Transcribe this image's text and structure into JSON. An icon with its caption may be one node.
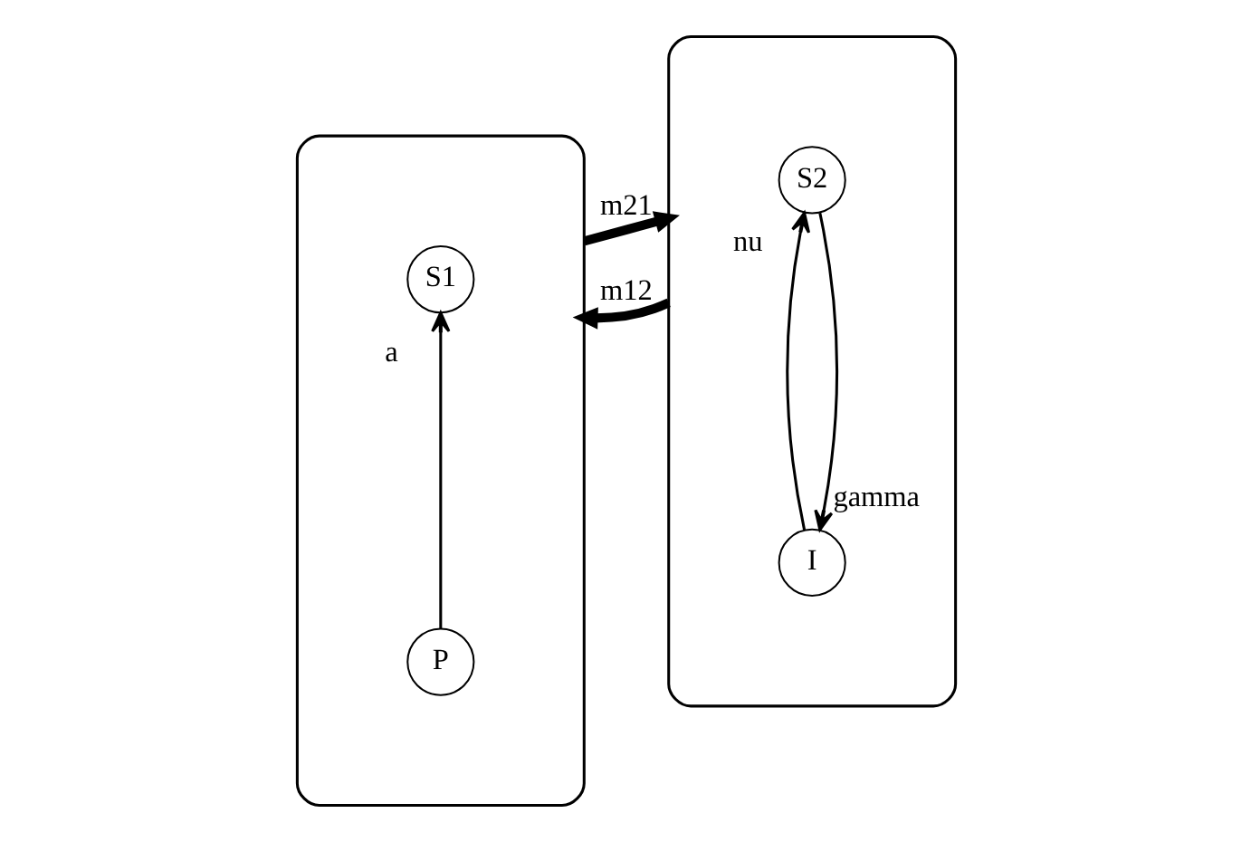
{
  "diagram": {
    "nodes": [
      {
        "text": [],
        "shape": "box"
      },
      {
        "text": [
          "S1"
        ],
        "in": 0
      },
      {
        "text": [
          "P"
        ],
        "in": 0
      },
      {
        "text": [],
        "shape": "box"
      },
      {
        "text": [
          "S2"
        ],
        "in": 3
      },
      {
        "text": [
          "I"
        ],
        "in": 3
      }
    ],
    "edges": [
      {
        "from": 2,
        "to": 1,
        "arrow": "to",
        "label": "a"
      },
      {
        "from": 0,
        "to": 3,
        "arrow": "to",
        "label": "m21",
        "style": "thick"
      },
      {
        "from": 3,
        "to": 0,
        "arrow": "to",
        "label": "m12",
        "style": "thick"
      },
      {
        "from": 4,
        "to": 5,
        "arrow": "to",
        "label": "gamma"
      },
      {
        "from": 5,
        "to": 4,
        "arrow": "to",
        "label": "nu"
      }
    ]
  }
}
